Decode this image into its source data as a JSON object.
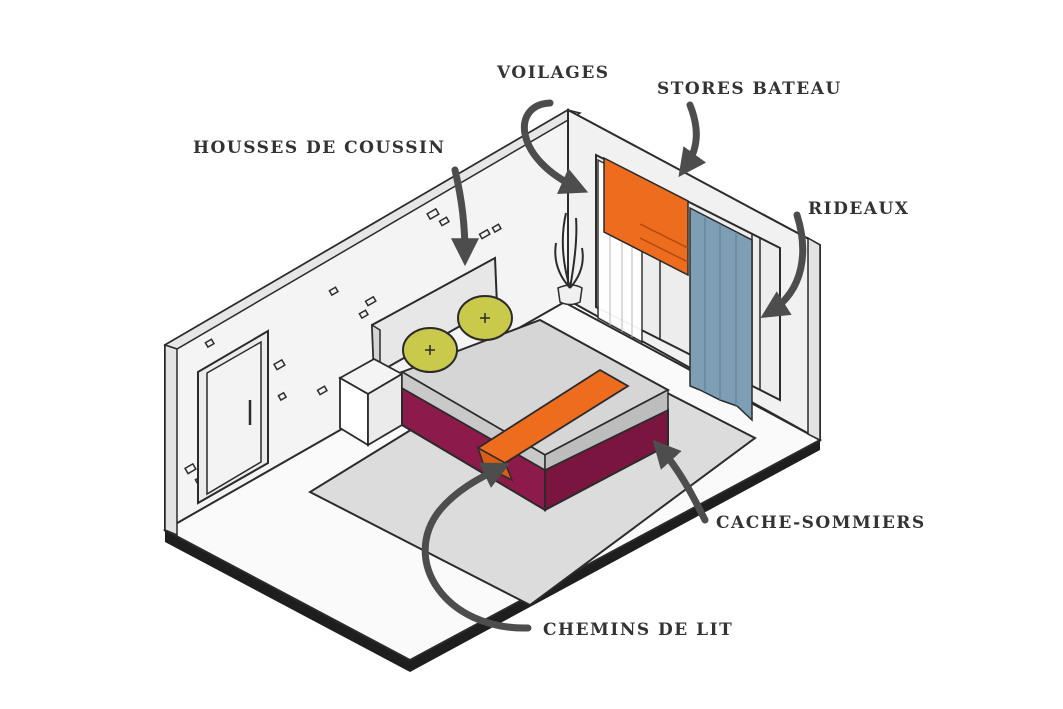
{
  "labels": {
    "voilages": "VOILAGES",
    "stores_bateau": "STORES BATEAU",
    "housses_de_coussin": "HOUSSES DE COUSSIN",
    "rideaux": "RIDEAUX",
    "cache_sommiers": "CACHE-SOMMIERS",
    "chemins_de_lit": "CHEMINS DE LIT"
  },
  "colors": {
    "text": "#333333",
    "arrow": "#4d4d4d",
    "outline": "#2b2b2b",
    "wall": "#f4f4f4",
    "floor": "#fafafa",
    "rug": "#dcdcdc",
    "bed_top": "#d6d6d6",
    "bed_skirt": "#8c1a4b",
    "bed_runner": "#ee6c1e",
    "roman_blind": "#ee6c1e",
    "curtain": "#7d9eb4",
    "pillow": "#c9c94c",
    "sheer": "#ffffff"
  }
}
